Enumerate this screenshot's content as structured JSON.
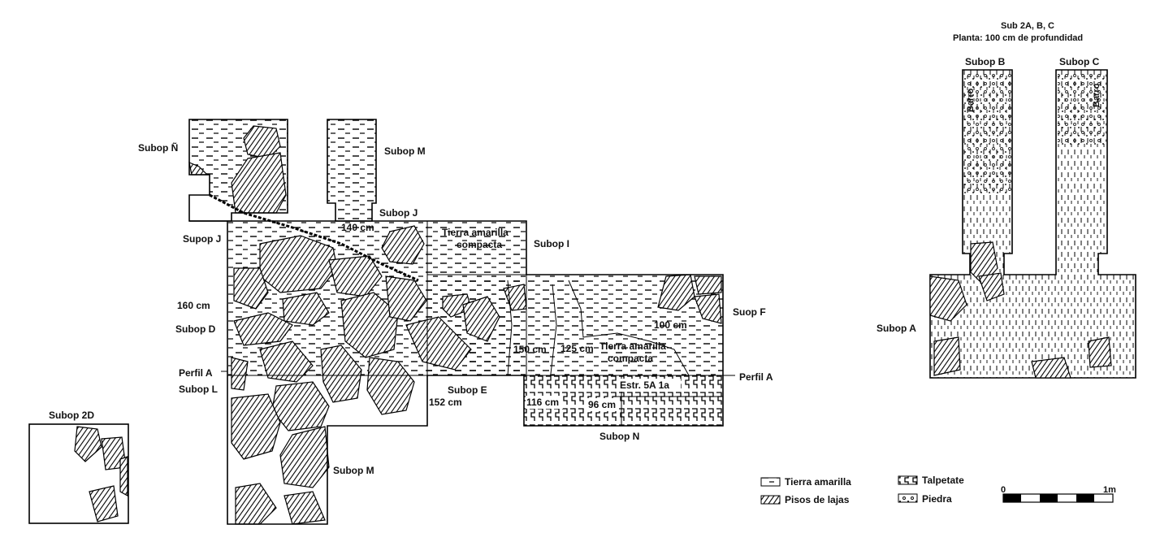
{
  "labels": {
    "subop_enye": "Subop Ñ",
    "subop_m_top": "Subop M",
    "subop_j_top": "Subop J",
    "subop_j_left": "Supop J",
    "depth_140": "140 cm",
    "tierra_amarilla_1": "Tierra amarilla",
    "compacta_1": "compacta",
    "subop_i": "Subop I",
    "depth_160": "160 cm",
    "subop_d": "Subop D",
    "perfil_a_left": "Perfil A",
    "subop_l": "Subop L",
    "subop_e": "Subop E",
    "depth_152": "152 cm",
    "depth_150": "150 cm",
    "depth_125": "125 cm",
    "tierra_amarilla_2": "Tierra amarilla",
    "compacta_2": "compacta",
    "depth_100": "100 cm",
    "suop_f": "Suop F",
    "perfil_a_right": "Perfil A",
    "estr": "Estr. 5A 1a",
    "depth_116": "116 cm",
    "depth_96": "96 cm",
    "subop_n": "Subop N",
    "subop_m_bottom": "Subop M",
    "subop_2d": "Subop 2D"
  },
  "inset": {
    "title": "Sub 2A, B, C",
    "subtitle": "Planta: 100 cm de profundidad",
    "subop_b": "Subop B",
    "subop_c": "Subop C",
    "barro_b": "Barro",
    "barro_c": "Barro",
    "subop_a": "Subop A"
  },
  "legend": {
    "items": [
      {
        "label": "Tierra amarilla",
        "pattern": "dash"
      },
      {
        "label": "Pisos de lajas",
        "pattern": "hatch"
      },
      {
        "label": "Talpetate",
        "pattern": "talpetate"
      },
      {
        "label": "Piedra",
        "pattern": "piedra"
      }
    ]
  },
  "scale": {
    "start": "0",
    "end": "1m"
  },
  "colors": {
    "ink": "#000000",
    "paper": "#ffffff"
  }
}
